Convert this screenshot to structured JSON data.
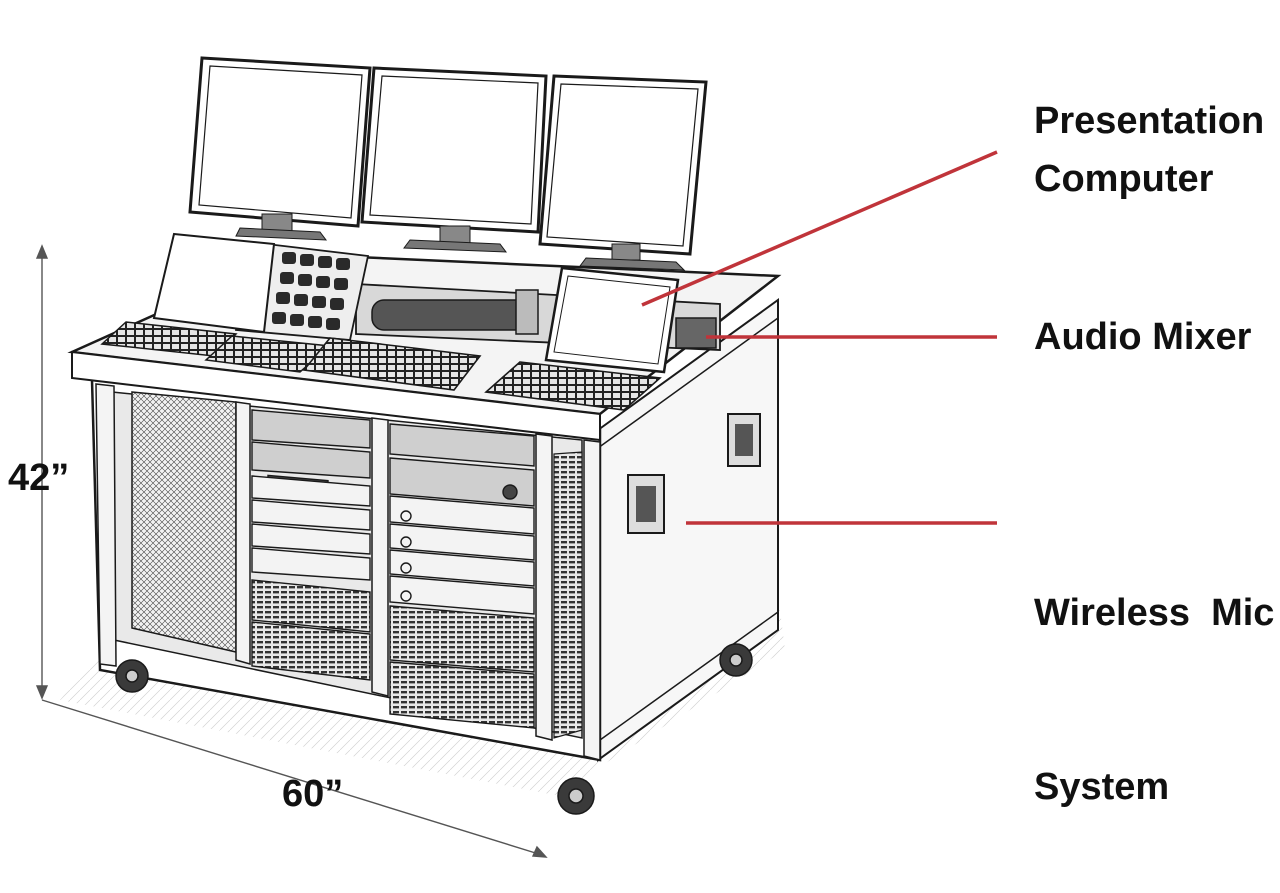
{
  "callouts": {
    "presentation_computer": {
      "line1": "Presentation",
      "line2": "Computer"
    },
    "audio_mixer": "Audio Mixer",
    "wireless_mic": {
      "line1": "Wireless  Mic",
      "line2": "System"
    }
  },
  "dimensions": {
    "height": "42”",
    "width": "60”"
  },
  "colors": {
    "callout_line": "#c0343a",
    "ink": "#1a1a1a",
    "dimension_line": "#555555"
  }
}
